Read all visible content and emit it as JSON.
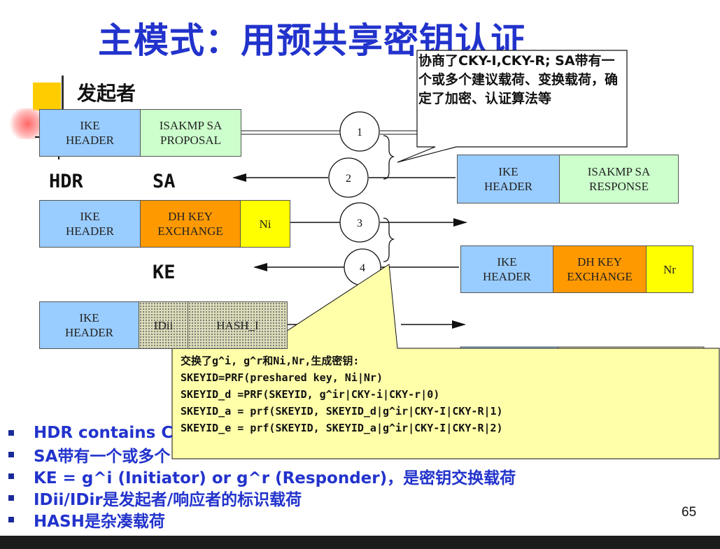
{
  "title": "主模式：用预共享密钥认证",
  "subtitle": "发起者",
  "packets": {
    "p1": {
      "c1": "IKE\nHEADER",
      "c2": "ISAKMP SA\nPROPOSAL"
    },
    "p2": {
      "c1": "IKE\nHEADER",
      "c2": "ISAKMP SA\nRESPONSE"
    },
    "p3": {
      "c1": "IKE\nHEADER",
      "c2": "DH KEY\nEXCHANGE",
      "c3": "Ni"
    },
    "p4": {
      "c1": "IKE\nHEADER",
      "c2": "DH KEY\nEXCHANGE",
      "c3": "Nr"
    },
    "p5": {
      "c1": "IKE\nHEADER",
      "c2": "IDii",
      "c3": "HASH_I"
    }
  },
  "labels": {
    "hdr": "HDR",
    "sa": "SA",
    "ke": "KE"
  },
  "steps": [
    "1",
    "2",
    "3",
    "4"
  ],
  "callout1": "协商了CKY-I,CKY-R; SA带有一个或多个建议载荷、变换载荷，确定了加密、认证算法等",
  "callout2": {
    "lines": [
      "交换了g^i,  g^r和Ni,Nr,生成密钥:",
      "SKEYID=PRF(preshared key, Ni|Nr)",
      "SKEYID_d =PRF(SKEYID, g^ir|CKY-i|CKY-r|0)",
      "SKEYID_a = prf(SKEYID, SKEYID_d|g^ir|CKY-I|CKY-R|1)",
      "SKEYID_e = prf(SKEYID, SKEYID_a|g^ir|CKY-I|CKY-R|2)"
    ]
  },
  "bullets": [
    "HDR contains C",
    "SA带有一个或多个",
    "KE = g^i (Initiator) or g^r (Responder)，是密钥交换载荷",
    "IDii/IDir是发起者/响应者的标识载荷",
    "HASH是杂凑载荷"
  ],
  "page_number": "65",
  "colors": {
    "title": "#2233cc",
    "ike_header": "#99ccff",
    "sa_payload": "#ccffcc",
    "dh_payload": "#ff9900",
    "nonce": "#ffff00",
    "callout_bg": "#ffffaa"
  }
}
